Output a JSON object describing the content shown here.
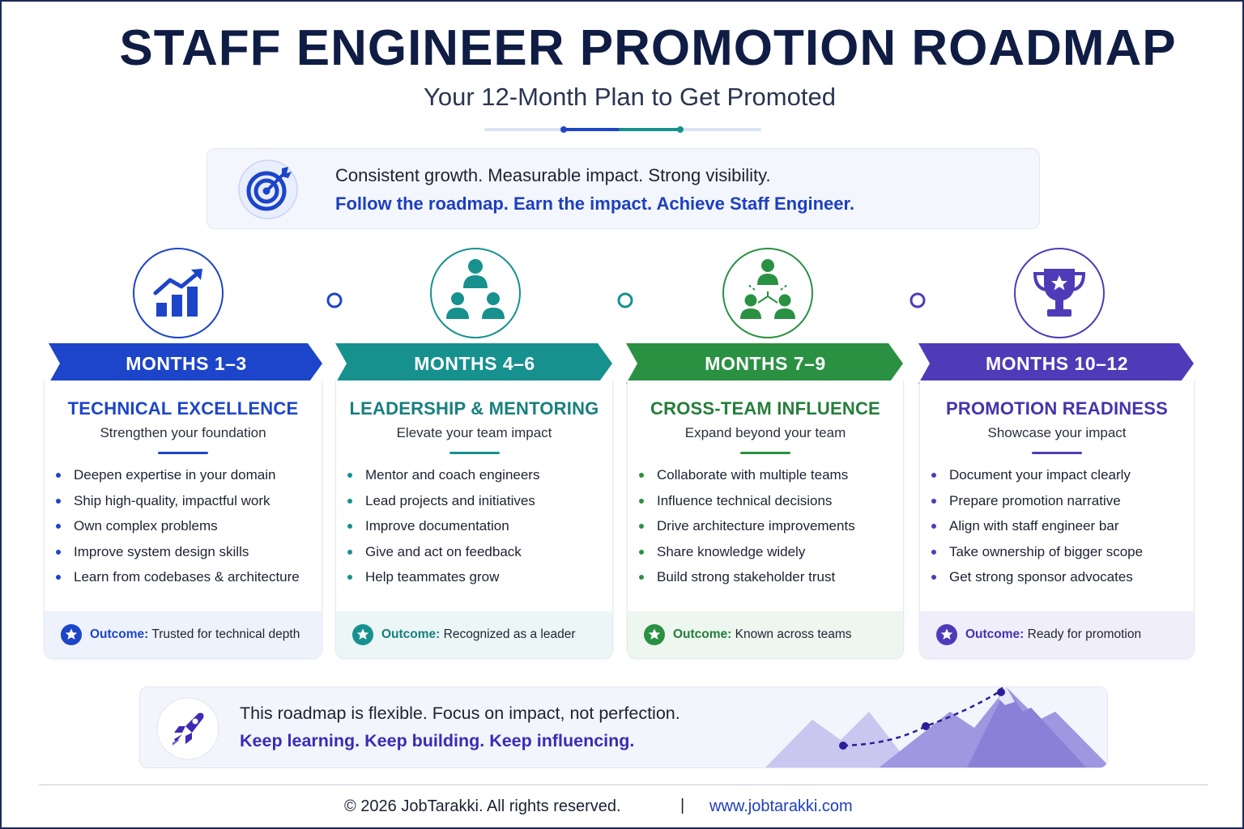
{
  "header": {
    "title": "STAFF ENGINEER PROMOTION ROADMAP",
    "subtitle": "Your 12-Month Plan to Get Promoted"
  },
  "intro": {
    "icon": "target-icon",
    "line1": "Consistent growth. Measurable impact. Strong visibility.",
    "line2": "Follow the roadmap. Earn the impact. Achieve Staff Engineer."
  },
  "phases": [
    {
      "icon": "chart-growth-icon",
      "banner": "MONTHS 1–3",
      "title": "TECHNICAL EXCELLENCE",
      "subtitle": "Strengthen your foundation",
      "items": [
        "Deepen expertise in your domain",
        "Ship high-quality, impactful work",
        "Own complex problems",
        "Improve system design skills",
        "Learn from codebases & architecture"
      ],
      "outcome_label": "Outcome:",
      "outcome_text": "Trusted for technical depth",
      "color": "#1d45c9"
    },
    {
      "icon": "team-mentoring-icon",
      "banner": "MONTHS 4–6",
      "title": "LEADERSHIP & MENTORING",
      "subtitle": "Elevate your team impact",
      "items": [
        "Mentor and coach engineers",
        "Lead projects and initiatives",
        "Improve documentation",
        "Give and act on feedback",
        "Help teammates grow"
      ],
      "outcome_label": "Outcome:",
      "outcome_text": "Recognized as a leader",
      "color": "#17918e"
    },
    {
      "icon": "network-team-icon",
      "banner": "MONTHS 7–9",
      "title": "CROSS-TEAM INFLUENCE",
      "subtitle": "Expand beyond your team",
      "items": [
        "Collaborate with multiple teams",
        "Influence technical decisions",
        "Drive architecture improvements",
        "Share knowledge widely",
        "Build strong stakeholder trust"
      ],
      "outcome_label": "Outcome:",
      "outcome_text": "Known across teams",
      "color": "#2a9143"
    },
    {
      "icon": "trophy-icon",
      "banner": "MONTHS 10–12",
      "title": "PROMOTION READINESS",
      "subtitle": "Showcase your impact",
      "items": [
        "Document your impact clearly",
        "Prepare promotion narrative",
        "Align with staff engineer bar",
        "Take ownership of bigger scope",
        "Get strong sponsor advocates"
      ],
      "outcome_label": "Outcome:",
      "outcome_text": "Ready for promotion",
      "color": "#4f3bb8"
    }
  ],
  "closing": {
    "icon": "rocket-icon",
    "line1": "This roadmap is flexible. Focus on impact, not perfection.",
    "line2": "Keep learning. Keep building. Keep influencing.",
    "illustration": "mountain-flag-icon"
  },
  "footer": {
    "copyright": "© 2026 JobTarakki. All rights reserved.",
    "separator": "|",
    "website": "www.jobtarakki.com"
  }
}
